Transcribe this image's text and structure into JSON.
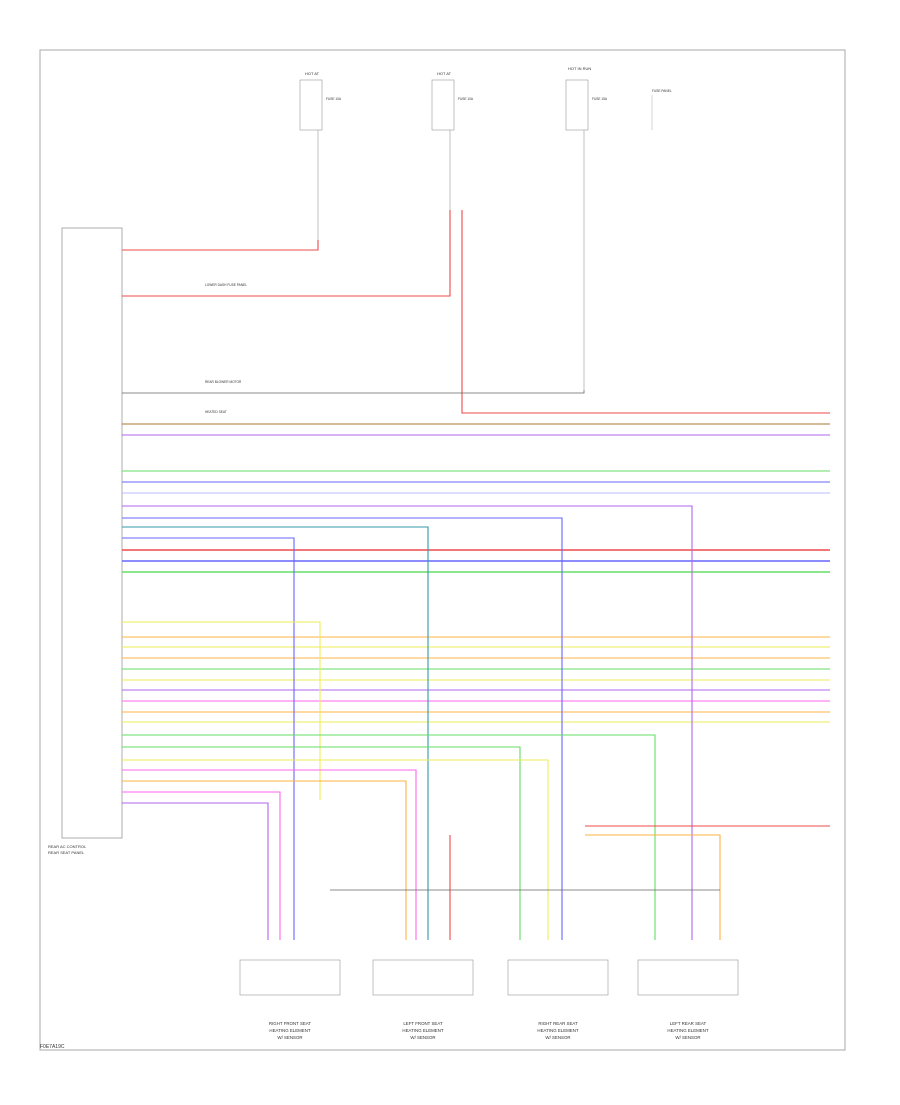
{
  "figure_code": "F0E7A19C",
  "control_unit": {
    "name_line1": "REAR AC CONTROL",
    "name_line2": "REAR SEAT PANEL"
  },
  "fuses": [
    {
      "title": "HOT AT",
      "rating": "FUSE 10A"
    },
    {
      "title": "HOT AT",
      "rating": "FUSE 10A"
    },
    {
      "title": "HOT IN RUN",
      "rating": "FUSE 15A"
    }
  ],
  "fuse_note": "FUSE PANEL",
  "mid_labels": [
    "LOWER DASH FUSE PANEL",
    "REAR BLOWER MOTOR",
    "HEATED SEAT"
  ],
  "modules": [
    {
      "line1": "RIGHT FRONT SEAT",
      "line2": "HEATING ELEMENT",
      "line3": "W/ SENSOR"
    },
    {
      "line1": "LEFT FRONT SEAT",
      "line2": "HEATING ELEMENT",
      "line3": "W/ SENSOR"
    },
    {
      "line1": "RIGHT REAR SEAT",
      "line2": "HEATING ELEMENT",
      "line3": "W/ SENSOR"
    },
    {
      "line1": "LEFT REAR SEAT",
      "line2": "HEATING ELEMENT",
      "line3": "W/ SENSOR"
    }
  ],
  "colors": {
    "red": "#ef4a4a",
    "pink": "#ff66ee",
    "purple": "#b266ee",
    "blue": "#6666ff",
    "green": "#66dd66",
    "yellow": "#eeee55",
    "orange": "#ffb044",
    "teal": "#3399aa",
    "gray": "#666666",
    "brown": "#aa7733"
  }
}
